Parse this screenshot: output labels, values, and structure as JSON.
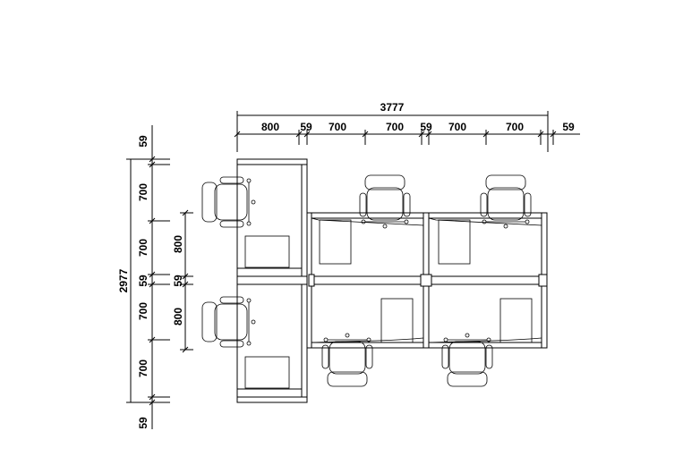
{
  "dimensions": {
    "top_total": "3777",
    "top_segments": [
      "800",
      "59",
      "700",
      "700",
      "59",
      "700",
      "700",
      "59"
    ],
    "left_total": "2977",
    "left_segments": [
      "59",
      "700",
      "700",
      "59",
      "700",
      "700",
      "59"
    ],
    "inner_segments": [
      "800",
      "59",
      "800"
    ]
  },
  "symbols": {
    "chair_icon": "office-chair-icon",
    "desk_icon": "desk-surface-icon",
    "monitor_icon": "computer-monitor-icon"
  }
}
